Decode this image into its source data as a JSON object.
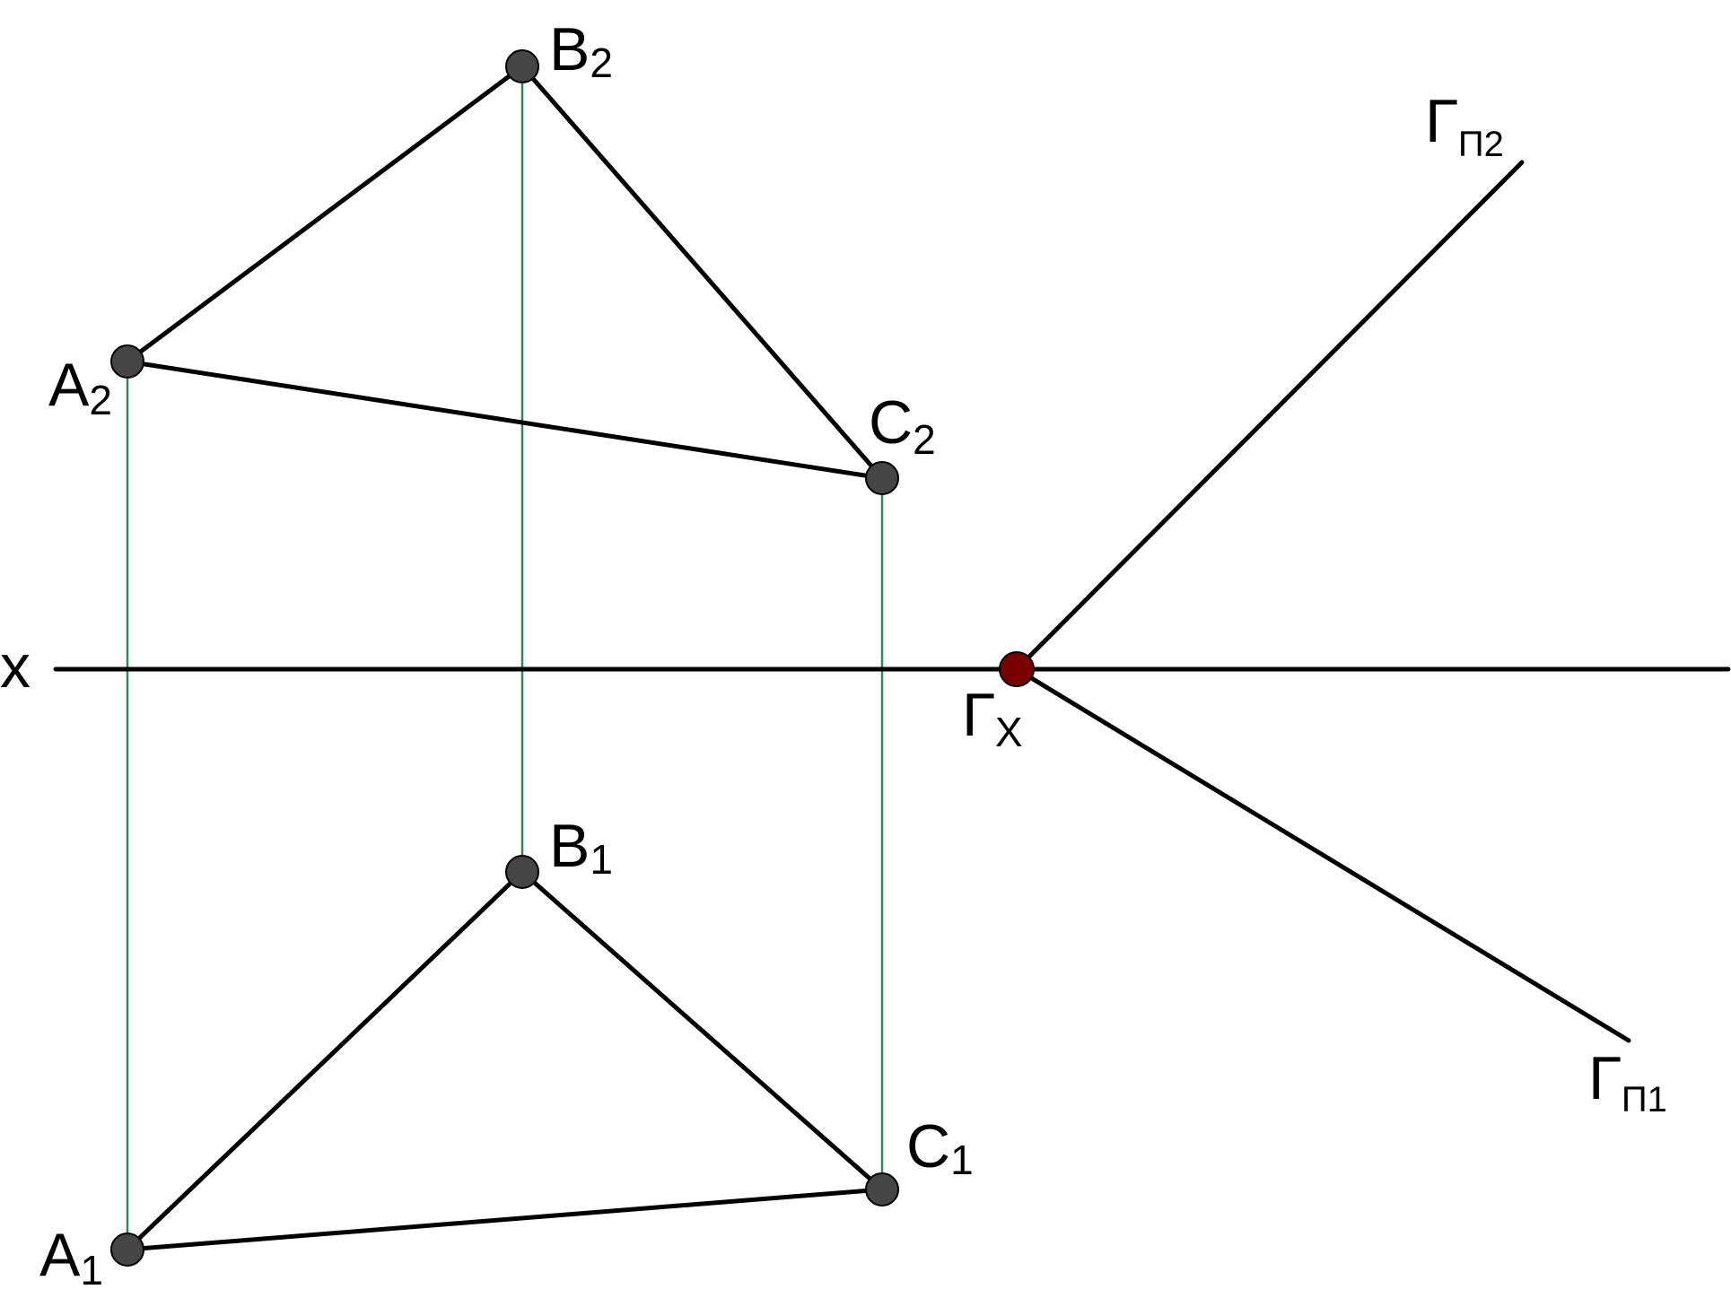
{
  "axis_label": "x",
  "points": {
    "A2": {
      "letter": "A",
      "sub": "2"
    },
    "B2": {
      "letter": "B",
      "sub": "2"
    },
    "C2": {
      "letter": "C",
      "sub": "2"
    },
    "A1": {
      "letter": "A",
      "sub": "1"
    },
    "B1": {
      "letter": "B",
      "sub": "1"
    },
    "C1": {
      "letter": "C",
      "sub": "1"
    }
  },
  "traces": {
    "front": {
      "letter": "Г",
      "sub": "П2"
    },
    "horizontal": {
      "letter": "Г",
      "sub": "П1"
    },
    "axis_point": {
      "letter": "Г",
      "sub": "X"
    }
  },
  "colors": {
    "line": "#000000",
    "link_line": "#2e8b57",
    "point": "#454545",
    "axis_point": "#7a0000"
  }
}
